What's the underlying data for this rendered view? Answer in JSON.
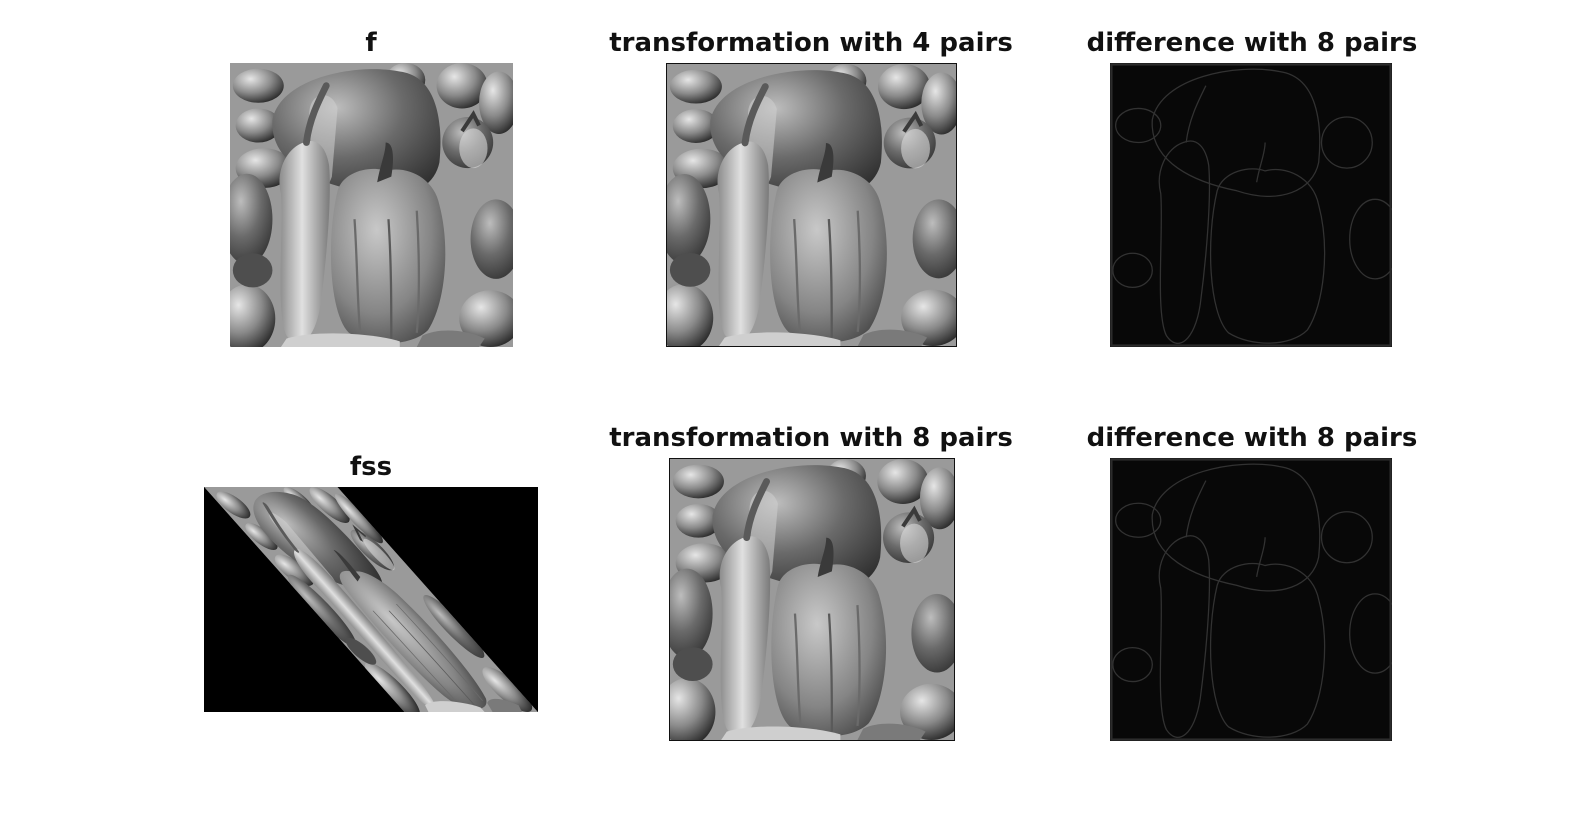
{
  "figure": {
    "panels": [
      {
        "key": "f",
        "title": "f",
        "content": "peppers-grayscale-original"
      },
      {
        "key": "t4",
        "title": "transformation with 4 pairs",
        "content": "peppers-grayscale-recovered"
      },
      {
        "key": "d4",
        "title": "difference with 8 pairs",
        "content": "difference-map-dark-edges"
      },
      {
        "key": "fss",
        "title": "fss",
        "content": "peppers-sheared-on-black"
      },
      {
        "key": "t8",
        "title": "transformation with 8 pairs",
        "content": "peppers-grayscale-recovered"
      },
      {
        "key": "d8",
        "title": "difference with 8 pairs",
        "content": "difference-map-dark-edges"
      }
    ]
  }
}
